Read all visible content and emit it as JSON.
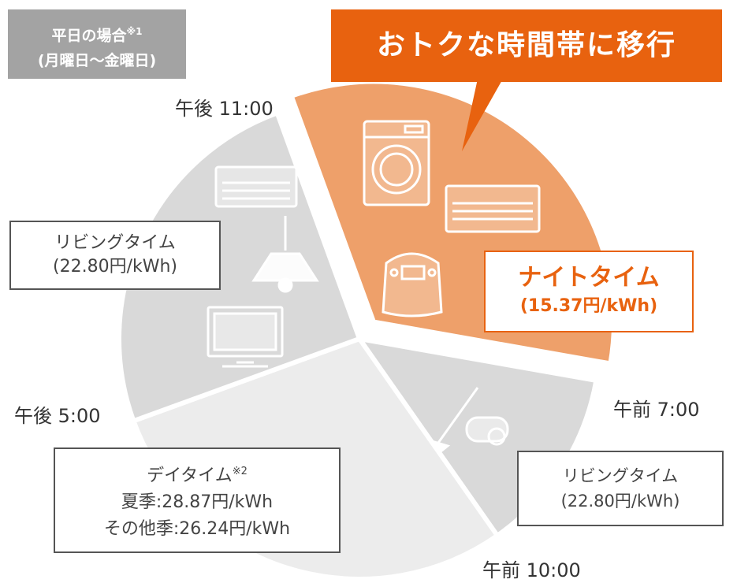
{
  "badge": {
    "line1": "平日の場合",
    "note": "※1",
    "line2": "(月曜日〜金曜日)"
  },
  "banner": {
    "text": "おトクな時間帯に移行"
  },
  "times": {
    "pm11": "午後 11:00",
    "am7": "午前 7:00",
    "am10": "午前 10:00",
    "pm5": "午後 5:00"
  },
  "labels": {
    "living_evening": {
      "name": "リビングタイム",
      "rate": "(22.80円/kWh)"
    },
    "night": {
      "name": "ナイトタイム",
      "rate": "(15.37円/kWh)"
    },
    "living_morning": {
      "name": "リビングタイム",
      "rate": "(22.80円/kWh)"
    },
    "day": {
      "name": "デイタイム",
      "note": "※2",
      "summer": "夏季:28.87円/kWh",
      "other": "その他季:26.24円/kWh"
    }
  },
  "icons": {
    "night": [
      "washing-machine-icon",
      "air-conditioner-icon",
      "rice-cooker-icon"
    ],
    "morning": [
      "vacuum-cleaner-icon"
    ],
    "evening": [
      "air-conditioner-icon",
      "pendant-lamp-icon",
      "television-icon"
    ]
  },
  "chart_data": {
    "type": "pie",
    "unit": "hours",
    "slices": [
      {
        "label": "ナイトタイム",
        "start": "23:00",
        "end": "7:00",
        "value": 8,
        "color": "#eea06a",
        "exploded": true
      },
      {
        "label": "リビングタイム",
        "start": "7:00",
        "end": "10:00",
        "value": 3,
        "color": "#d9d9d9"
      },
      {
        "label": "デイタイム",
        "start": "10:00",
        "end": "17:00",
        "value": 7,
        "color": "#ececec"
      },
      {
        "label": "リビングタイム",
        "start": "17:00",
        "end": "23:00",
        "value": 6,
        "color": "#d9d9d9"
      }
    ]
  }
}
